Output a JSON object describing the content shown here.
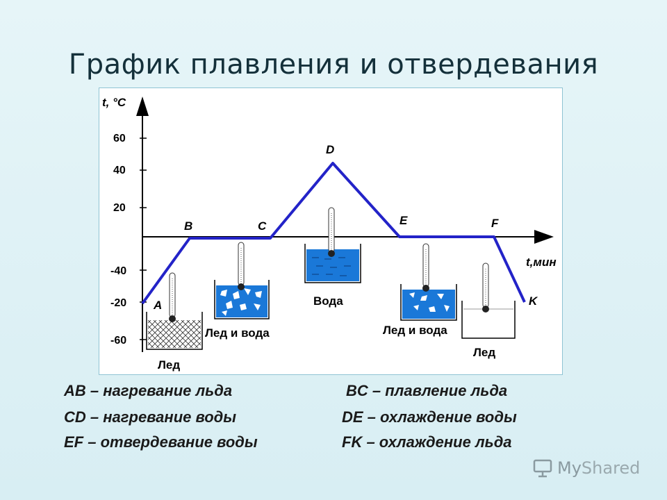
{
  "title": "График плавления и отвердевания",
  "diagram": {
    "y_axis_label": "t, °C",
    "x_axis_label": "t,мин",
    "y_ticks": [
      "60",
      "40",
      "20",
      "-40",
      "-20",
      "-60"
    ],
    "points": [
      "A",
      "B",
      "C",
      "D",
      "E",
      "F",
      "K"
    ],
    "captions": {
      "ice_left": "Лед",
      "ice_and_water_1": "Лед и вода",
      "water": "Вода",
      "ice_and_water_2": "Лед и вода",
      "ice_right": "Лед"
    },
    "line_color": "#2323c8",
    "water_color": "#1a78d8"
  },
  "legend": {
    "ab": "AB – нагревание льда",
    "bc": "BC – плавление льда",
    "cd": "CD – нагревание воды",
    "de": "DE – охлаждение воды",
    "ef": "EF – отвердевание воды",
    "fk": "FK – охлаждение льда"
  },
  "watermark": {
    "text_a": "My",
    "text_b": "Shared"
  }
}
